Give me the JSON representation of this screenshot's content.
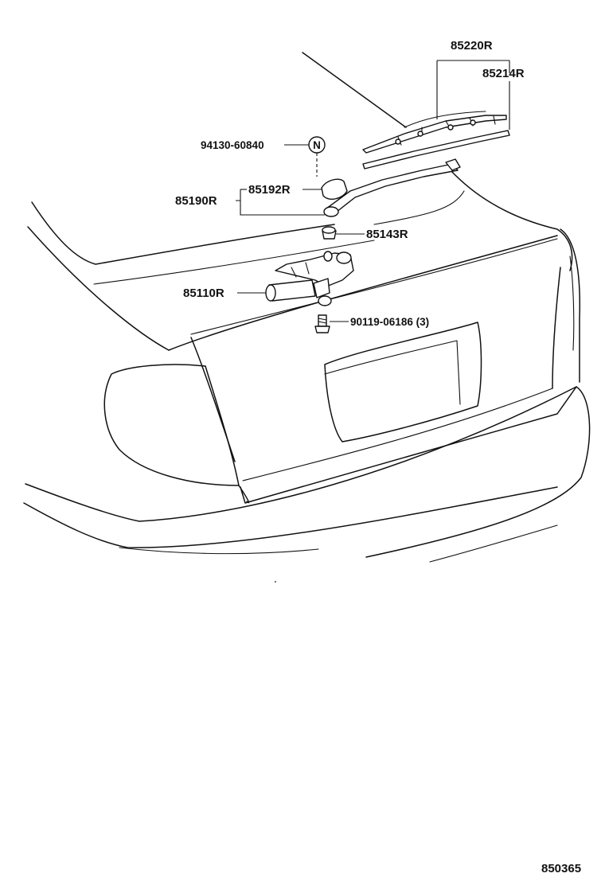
{
  "labels": {
    "p85220R": "85220R",
    "p85214R": "85214R",
    "p94130": "94130-60840",
    "n_mark": "N",
    "p85192R": "85192R",
    "p85190R": "85190R",
    "p85143R": "85143R",
    "p85110R": "85110R",
    "p90119": "90119-06186 (3)"
  },
  "figure_number": "850365"
}
